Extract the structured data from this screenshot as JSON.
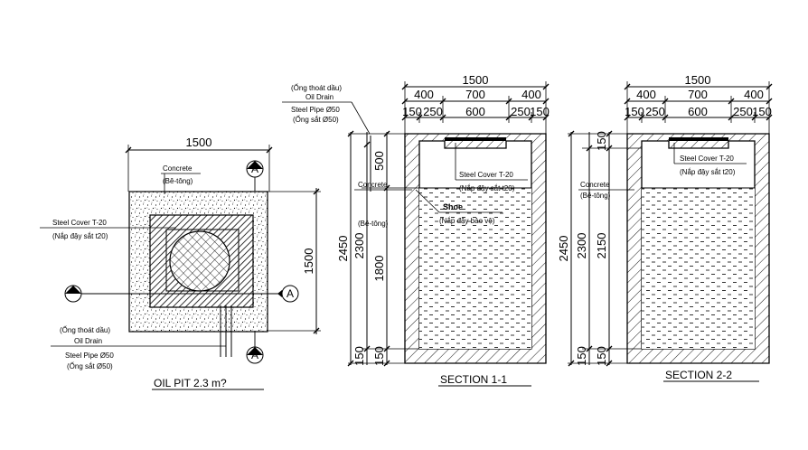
{
  "plan": {
    "title": "OIL PIT 2.3 m?",
    "dim_width": "1500",
    "dim_height": "1500",
    "concrete_label": "Concrete",
    "concrete_label_vi": "(Bê-tông)",
    "steel_cover_label": "Steel Cover T-20",
    "steel_cover_label_vi": "(Nắp đậy sắt t20)",
    "drain_label_vi": "(Ống thoát dầu)",
    "drain_label": "Oil Drain",
    "pipe_label": "Steel Pipe Ø50",
    "pipe_label_vi": "(Ống sắt Ø50)",
    "section_marker": "A"
  },
  "top_notes": {
    "drain_label_vi": "(Ống thoát dầu)",
    "drain_label": "Oil Drain",
    "pipe_label": "Steel Pipe Ø50",
    "pipe_label_vi": "(Ống sắt Ø50)"
  },
  "section1": {
    "title": "SECTION 1-1",
    "dim_total": "1500",
    "dim_row2": [
      "400",
      "700",
      "400"
    ],
    "dim_row3": [
      "150",
      "250",
      "600",
      "250",
      "150"
    ],
    "vdim_outer": "2450",
    "vdim_mid": "2300",
    "vdim_inner": [
      "500",
      "1800",
      "150"
    ],
    "vdim_bottom": [
      "150",
      "150"
    ],
    "steel_cover_label": "Steel Cover T-20",
    "steel_cover_label_vi": "(Nắp đậy sắt t20)",
    "concrete_label": "Concrete",
    "concrete_label_vi": "(Bê-tông)",
    "shoe_label": "Shoe",
    "shoe_label_vi": "(Nắp đậy bảo vệ)"
  },
  "section2": {
    "title": "SECTION 2-2",
    "dim_total": "1500",
    "dim_row2": [
      "400",
      "700",
      "400"
    ],
    "dim_row3": [
      "150",
      "250",
      "600",
      "250",
      "150"
    ],
    "vdim_outer": "2450",
    "vdim_mid": "2300",
    "vdim_inner": [
      "150",
      "2150",
      "150"
    ],
    "steel_cover_label": "Steel Cover T-20",
    "steel_cover_label_vi": "(Nắp đậy sắt t20)",
    "concrete_label": "Concrete",
    "concrete_label_vi": "(Bê-tông)"
  }
}
